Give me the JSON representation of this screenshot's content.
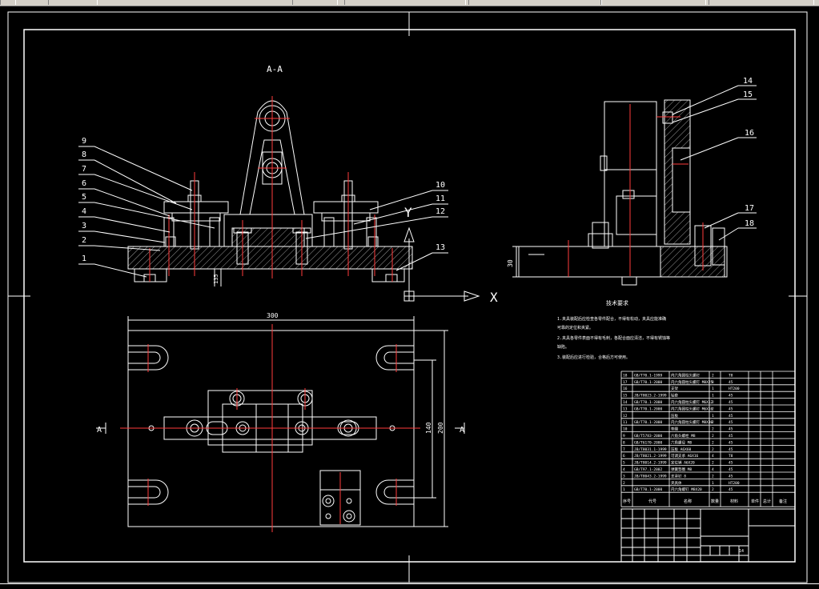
{
  "drawing": {
    "section_label": "A-A",
    "section_mark_left": "A",
    "section_mark_right": "A",
    "axis_x": "X",
    "axis_y": "Y",
    "dim_width": "300",
    "dim_height_inner": "140",
    "dim_height_outer": "200",
    "dim_side_height": "30",
    "dim_small": "135"
  },
  "balloons_left": [
    "9",
    "8",
    "7",
    "6",
    "5",
    "4",
    "3",
    "2",
    "1"
  ],
  "balloons_right_front": [
    "10",
    "11",
    "12",
    "13"
  ],
  "balloons_side": [
    "14",
    "15",
    "16",
    "17",
    "18"
  ],
  "notes": {
    "title": "技术要求",
    "lines": [
      "1.夹具装配后应检查各零件配合，不得有松动，夹具应能准确",
      "可靠的定位和夹紧。",
      "2.夹具各零件表面不得有毛刺，各配合面应清洁，不得有锈蚀等",
      "缺陷。",
      "3.装配后应进行检验，合格后方可使用。"
    ]
  },
  "bom": {
    "rows": [
      {
        "no": "18",
        "code": "GB/T70.1-1999",
        "name": "内六角圆柱头螺钉",
        "qty": "2",
        "mat": "T8"
      },
      {
        "no": "17",
        "code": "GB/T70.1-2000",
        "name": "内六角圆柱头螺钉 M8X25",
        "qty": "8",
        "mat": "45"
      },
      {
        "no": "16",
        "code": "",
        "name": "支架",
        "qty": "1",
        "mat": "HT200"
      },
      {
        "no": "15",
        "code": "JB/T8023.2-1999",
        "name": "钻套",
        "qty": "1",
        "mat": "45"
      },
      {
        "no": "14",
        "code": "GB/T70.1-2000",
        "name": "内六角圆柱头螺钉 M6X12",
        "qty": "2",
        "mat": "45"
      },
      {
        "no": "13",
        "code": "GB/T70.1-2000",
        "name": "内六角圆柱头螺钉 M6X16",
        "qty": "2",
        "mat": "45"
      },
      {
        "no": "12",
        "code": "",
        "name": "压板",
        "qty": "1",
        "mat": "45"
      },
      {
        "no": "11",
        "code": "GB/T70.1-2000",
        "name": "内六角圆柱头螺钉 M8X30",
        "qty": "2",
        "mat": "45"
      },
      {
        "no": "10",
        "code": "",
        "name": "垫圈",
        "qty": "2",
        "mat": "45"
      },
      {
        "no": "9",
        "code": "GB/T5783-2000",
        "name": "六角头螺栓 M8",
        "qty": "2",
        "mat": "45"
      },
      {
        "no": "8",
        "code": "GB/T6170-2000",
        "name": "六角螺母 M8",
        "qty": "2",
        "mat": "45"
      },
      {
        "no": "7",
        "code": "JB/T8031.1-1999",
        "name": "压板 A6X60",
        "qty": "2",
        "mat": "45"
      },
      {
        "no": "6",
        "code": "JB/T8021.2-1999",
        "name": "可调支承 A6X16",
        "qty": "4",
        "mat": "T8"
      },
      {
        "no": "5",
        "code": "JB/T8014.2-1999",
        "name": "定位销 A6X20",
        "qty": "2",
        "mat": "45"
      },
      {
        "no": "4",
        "code": "GB/T97.1-2002",
        "name": "弹簧垫圈 M8",
        "qty": "4",
        "mat": "45"
      },
      {
        "no": "3",
        "code": "JB/T8043.2-1999",
        "name": "支承钉 8",
        "qty": "2",
        "mat": "45"
      },
      {
        "no": "2",
        "code": "",
        "name": "夹具体",
        "qty": "1",
        "mat": "HT200"
      },
      {
        "no": "1",
        "code": "GB/T70.1-2000",
        "name": "内六角螺钉 M8X20",
        "qty": "2",
        "mat": "45"
      }
    ],
    "headers": [
      "序号",
      "代号",
      "名称",
      "数量",
      "材料",
      "单件",
      "总计",
      "备注"
    ]
  },
  "title_block": {
    "sheet_count": "14"
  },
  "colors": {
    "background": "#000000",
    "line": "#ffffff",
    "center": "#ff0000",
    "toolbar": "#d4d0c8"
  }
}
